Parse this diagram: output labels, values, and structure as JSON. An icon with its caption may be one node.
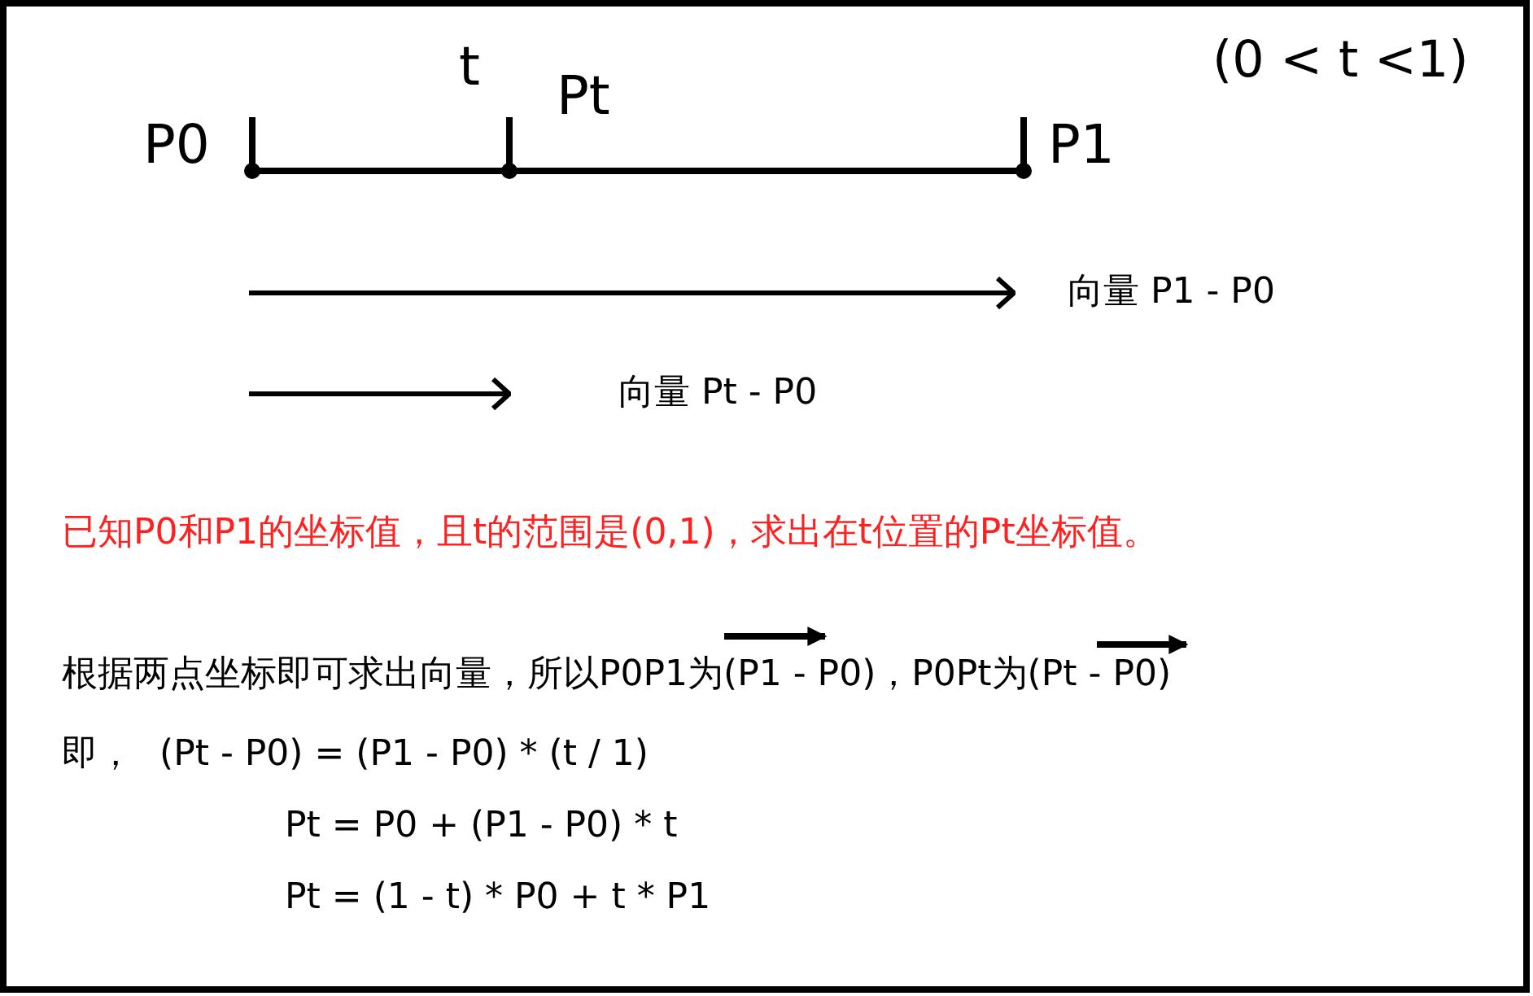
{
  "diagram": {
    "labels": [
      "(0 < t <1)",
      "P0",
      "t",
      "Pt",
      "P1",
      "向量 P1 - P0",
      "向量 Pt - P0",
      "已知P0和P1的坐标值，且t的范围是(0,1)，求出在t位置的Pt坐标值。",
      "根据两点坐标即可求出向量，所以P0P1为(P1 - P0)，P0Pt为(Pt - P0)",
      "即，",
      "(Pt - P0) = (P1 - P0) * (t / 1)",
      "Pt = P0 + (P1 - P0) * t",
      "Pt = (1 - t) * P0 + t * P1"
    ]
  }
}
